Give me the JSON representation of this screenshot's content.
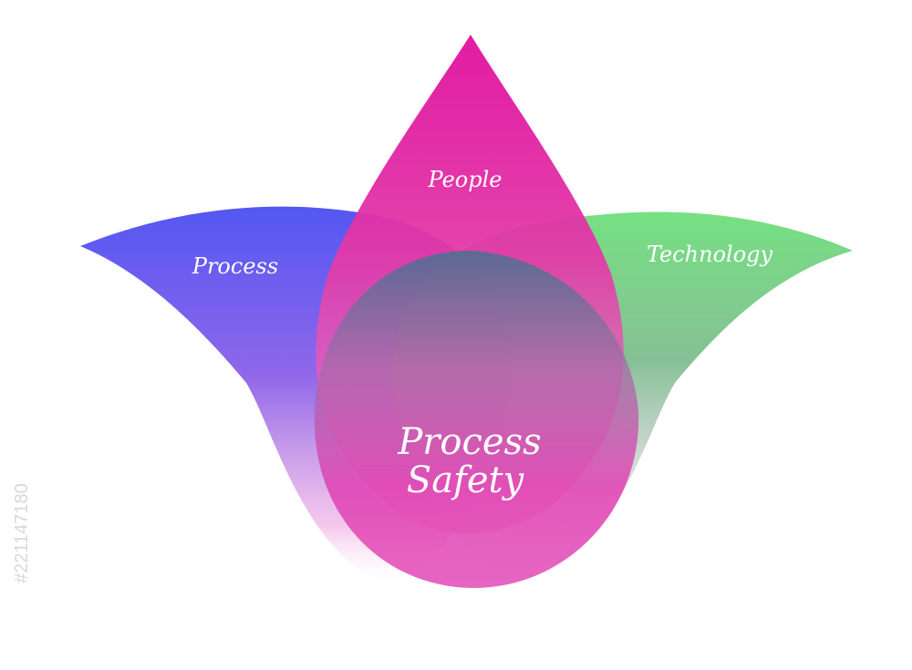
{
  "diagram": {
    "petals": [
      {
        "label": "Process",
        "color": "#5a4ef0"
      },
      {
        "label": "People",
        "color": "#e0109e"
      },
      {
        "label": "Technology",
        "color": "#6fdc7a"
      }
    ],
    "center": {
      "line1": "Process",
      "line2": "Safety",
      "color": "#e04ab8"
    }
  },
  "watermark": {
    "id_text": "#221147180"
  }
}
